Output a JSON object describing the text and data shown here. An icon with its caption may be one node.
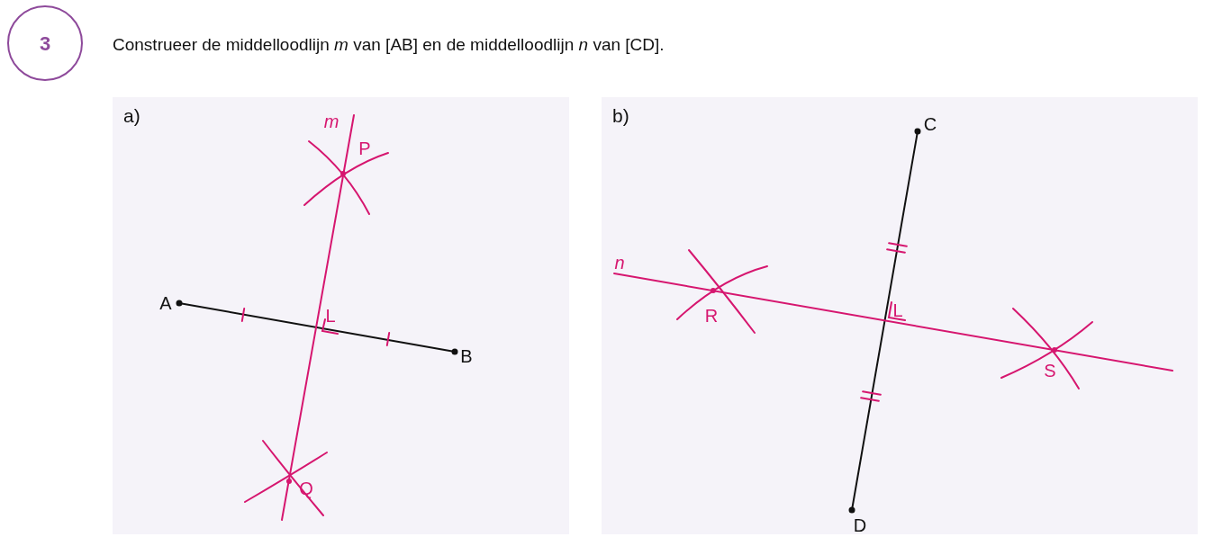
{
  "diagram": {
    "title": "Construeer de middelloodlijn *m* van [AB] en de middelloodlijn *n* van [CD].",
    "nodes": [
      {
        "text": [
          "3"
        ]
      },
      {
        "text": [
          "a)"
        ]
      },
      {
        "text": [
          "b)"
        ]
      }
    ],
    "labels": [
      "m",
      "P",
      "A",
      "L",
      "B",
      "Q",
      "C",
      "n",
      "R",
      "L",
      "S",
      "D"
    ]
  }
}
